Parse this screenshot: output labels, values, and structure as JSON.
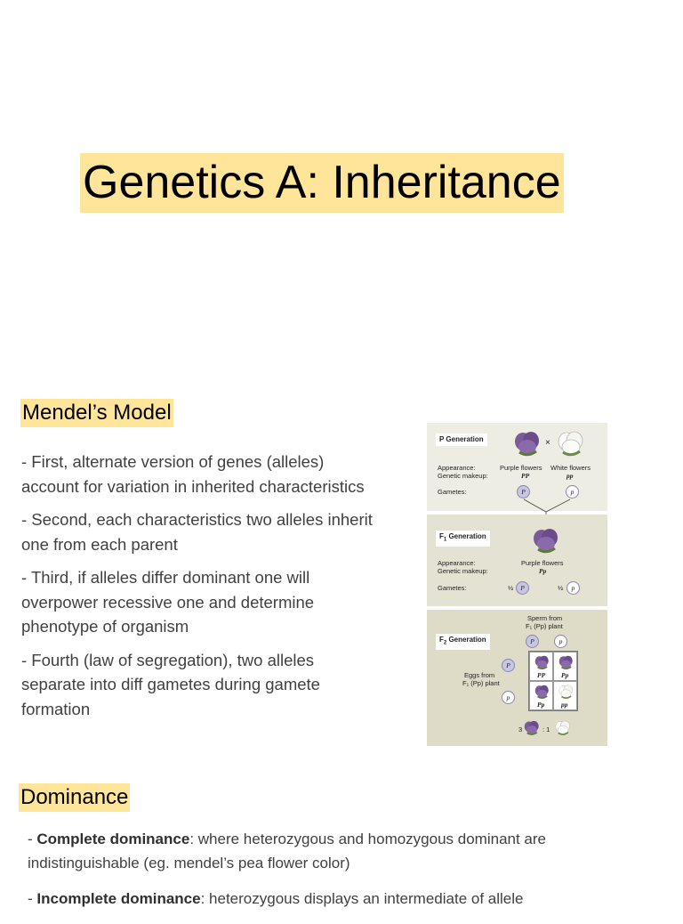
{
  "title": "Genetics A: Inheritance",
  "mendel": {
    "heading": "Mendel’s Model",
    "bullets": [
      "- First, alternate version of genes (alleles) account for variation in inherited characteristics",
      "- Second, each characteristics two alleles inherit one from each parent",
      "- Third, if alleles differ dominant one will overpower recessive one and determine phenotype of organism",
      "- Fourth (law of segregation), two alleles separate into diff gametes during gamete formation"
    ]
  },
  "figure": {
    "p_generation": {
      "label": "P Generation",
      "cross": "×",
      "appearance_label": "Appearance:",
      "genetic_label": "Genetic makeup:",
      "gametes_label": "Gametes:",
      "parent1_appearance": "Purple flowers",
      "parent1_genotype": "PP",
      "parent2_appearance": "White flowers",
      "parent2_genotype": "pp",
      "gamete1": "P",
      "gamete2": "p"
    },
    "f1_generation": {
      "label_prefix": "F",
      "label_sub": "1",
      "label_suffix": " Generation",
      "appearance_label": "Appearance:",
      "genetic_label": "Genetic makeup:",
      "gametes_label": "Gametes:",
      "appearance": "Purple flowers",
      "genotype": "Pp",
      "half1": "½",
      "half2": "½",
      "gamete1": "P",
      "gamete2": "p"
    },
    "f2_generation": {
      "label_prefix": "F",
      "label_sub": "2",
      "label_suffix": " Generation",
      "sperm_line1": "Sperm from",
      "sperm_line2": "F₁ (Pp) plant",
      "eggs_line1": "Eggs from",
      "eggs_line2": "F₁ (Pp) plant",
      "sperm_gametes": [
        "P",
        "p"
      ],
      "egg_gametes": [
        "P",
        "p"
      ],
      "punnett": [
        "PP",
        "Pp",
        "Pp",
        "pp"
      ],
      "ratio_left": "3",
      "ratio_right": ": 1"
    },
    "colors": {
      "purple": "#7a5a98",
      "white": "#f2f2f2",
      "gamete": "#c9c6e4"
    }
  },
  "dominance": {
    "heading": "Dominance",
    "items": [
      {
        "term": "Complete dominance",
        "text": ": where heterozygous and homozygous dominant are indistinguishable (eg. mendel’s pea flower color)"
      },
      {
        "term": "Incomplete dominance",
        "text": ": heterozygous displays an intermediate of allele"
      }
    ]
  }
}
